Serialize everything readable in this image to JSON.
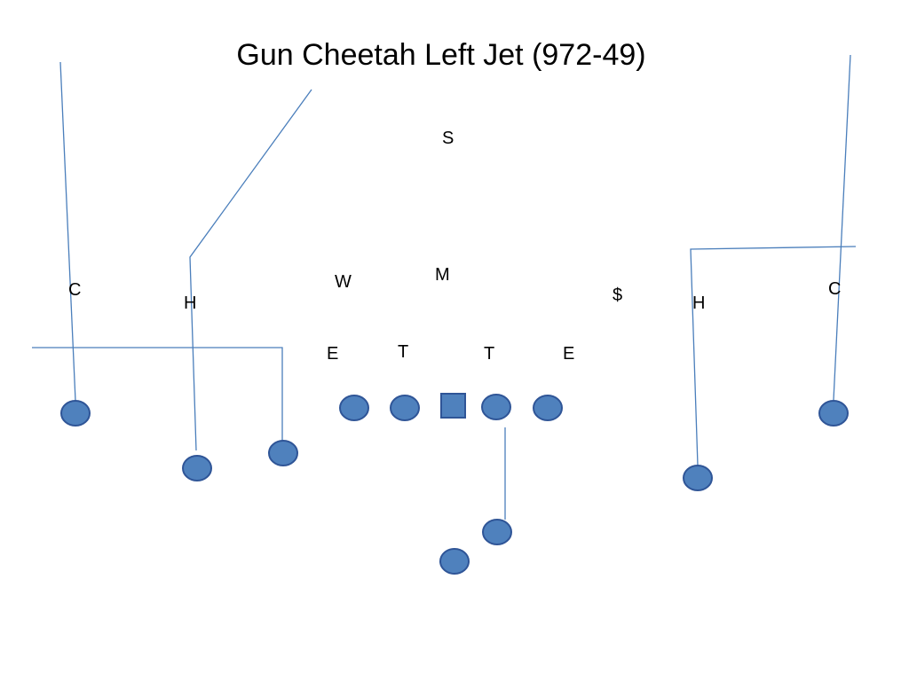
{
  "title": "Gun Cheetah Left Jet (972-49)",
  "colors": {
    "player_fill": "#4f81bd",
    "player_stroke": "#2f5597",
    "route_line": "#4a7ebb",
    "label_text": "#000000",
    "background": "#ffffff"
  },
  "defense": [
    {
      "id": "s",
      "label": "S"
    },
    {
      "id": "w",
      "label": "W"
    },
    {
      "id": "m",
      "label": "M"
    },
    {
      "id": "dollar",
      "label": "$"
    },
    {
      "id": "c-left",
      "label": "C"
    },
    {
      "id": "h-left",
      "label": "H"
    },
    {
      "id": "h-right",
      "label": "H"
    },
    {
      "id": "c-right",
      "label": "C"
    },
    {
      "id": "e-left",
      "label": "E"
    },
    {
      "id": "t-left",
      "label": "T"
    },
    {
      "id": "t-right",
      "label": "T"
    },
    {
      "id": "e-right",
      "label": "E"
    }
  ],
  "offense": [
    {
      "id": "wide-receiver-left",
      "shape": "circle"
    },
    {
      "id": "slot-receiver-left",
      "shape": "circle"
    },
    {
      "id": "jet-receiver-left",
      "shape": "circle"
    },
    {
      "id": "left-tackle",
      "shape": "circle"
    },
    {
      "id": "left-guard",
      "shape": "circle"
    },
    {
      "id": "center",
      "shape": "square"
    },
    {
      "id": "right-guard",
      "shape": "circle"
    },
    {
      "id": "right-tackle",
      "shape": "circle"
    },
    {
      "id": "running-back",
      "shape": "circle"
    },
    {
      "id": "quarterback",
      "shape": "circle"
    },
    {
      "id": "receiver-right-slot",
      "shape": "circle"
    },
    {
      "id": "receiver-right-wide",
      "shape": "circle"
    }
  ]
}
